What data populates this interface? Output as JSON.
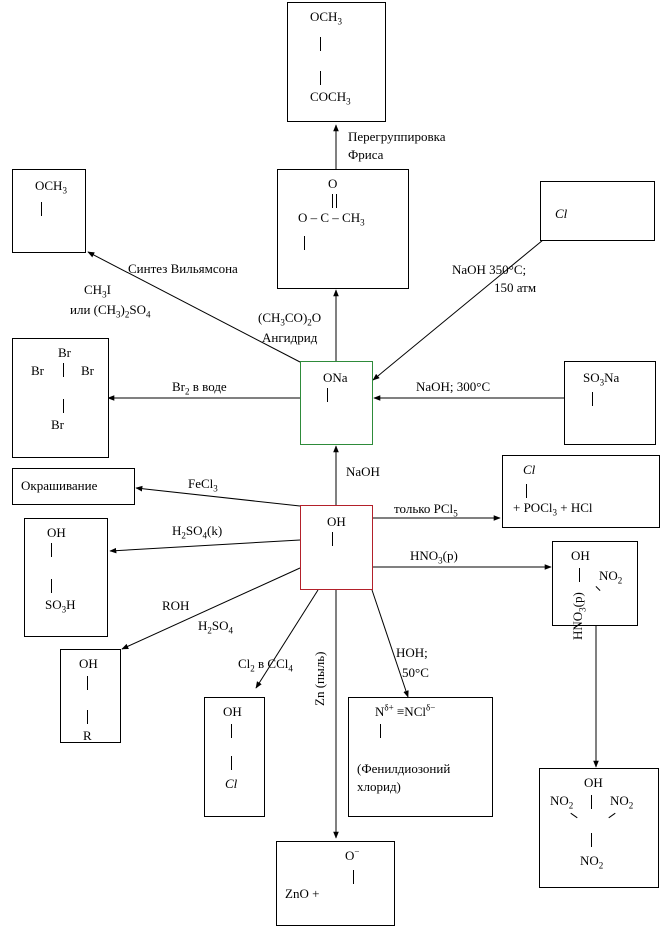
{
  "nodes": {
    "acetylphenol": {
      "substituent_top": "OCH",
      "sub_top": "3",
      "substituent_bottom": "COCH",
      "sub_bottom": "3"
    },
    "anisole": {
      "substituent": "OCH",
      "sub": "3"
    },
    "phenyl_acetate": {
      "carbonyl_o": "O",
      "chain": "O – C – CH",
      "sub": "3"
    },
    "chlorobenzene": {
      "label": "Cl"
    },
    "tribromophenol": {
      "top": "Br",
      "left": "Br",
      "right": "Br",
      "bottom": "Br"
    },
    "sodium_phenolate": {
      "label": "ONa"
    },
    "sodium_sulfonate": {
      "label": "SO",
      "sub": "3",
      "tail": "Na"
    },
    "coloring": {
      "label": "Окрашивание"
    },
    "phenol": {
      "label": "OH"
    },
    "chloro_product": {
      "label": "Cl",
      "line2": "+ POCl",
      "sub": "3",
      "tail": " + HCl"
    },
    "sulfonic_acid": {
      "top": "OH",
      "bottom": "SO",
      "sub": "3",
      "tail": "H"
    },
    "nitrophenol": {
      "top": "OH",
      "side": "NO",
      "sub": "2"
    },
    "alkylphenol": {
      "top": "OH",
      "bottom": "R"
    },
    "chlorophenol": {
      "top": "OH",
      "bottom": "Cl"
    },
    "diazonium": {
      "formula": "N",
      "sup1": "δ+",
      "mid": " ≡NCl",
      "sup2": "δ−",
      "name1": "(Фенилдиозоний",
      "name2": "хлорид)"
    },
    "trinitrophenol": {
      "top": "OH",
      "left": "NO",
      "right": "NO",
      "bottom": "NO",
      "sub": "2"
    },
    "zinc_product": {
      "anion": "O",
      "sup": "−",
      "prefix": "ZnO +"
    }
  },
  "edges": {
    "fries": {
      "line1": "Перегруппировка",
      "line2": "Фриса"
    },
    "williamson": {
      "label": "Синтез Вильямсона"
    },
    "methylating": {
      "line1": "CH",
      "line1_sub": "3",
      "line1_tail": "I",
      "line2": "или  (CH",
      "line2_sub": "3",
      "line2_mid": ")",
      "line2_sub2": "2",
      "line2_tail": "SO",
      "line2_sub3": "4"
    },
    "anhydride": {
      "line1": "(CH",
      "sub1": "3",
      "mid1": "CO)",
      "sub2": "2",
      "tail1": "O",
      "line2": "Ангидрид"
    },
    "naoh_pressure": {
      "line1": "NaOH     350°C;",
      "line2": "150 атм"
    },
    "bromination": {
      "label": "Br",
      "sub": "2",
      "tail": " в воде"
    },
    "naoh_300": {
      "label": "NaOH; 300°C"
    },
    "naoh": {
      "label": "NaOH"
    },
    "fecl3": {
      "label": "FeCl",
      "sub": "3"
    },
    "pcl5": {
      "label": "только PCl",
      "sub": "5"
    },
    "h2so4": {
      "label": "H",
      "sub": "2",
      "tail": "SO",
      "sub2": "4",
      "tail2": "(k)"
    },
    "hno3_dilute": {
      "label": "HNO",
      "sub": "3",
      "tail": "(p)"
    },
    "roh": {
      "line1": "ROH",
      "line2": "H",
      "sub": "2",
      "line2_tail": "SO",
      "sub2": "4"
    },
    "cl2_ccl4": {
      "label": "Cl",
      "sub": "2",
      "mid": " в  CCl",
      "sub2": "4"
    },
    "zinc_dust": {
      "label": "Zn (пыль)"
    },
    "hoh": {
      "line1": "HOH;",
      "line2": "50°C"
    },
    "hno3_second": {
      "label": "HNO",
      "sub": "3",
      "tail": "(p)"
    }
  },
  "colors": {
    "phenolate_border": "#2e8b3a",
    "phenol_border": "#b3202a"
  }
}
